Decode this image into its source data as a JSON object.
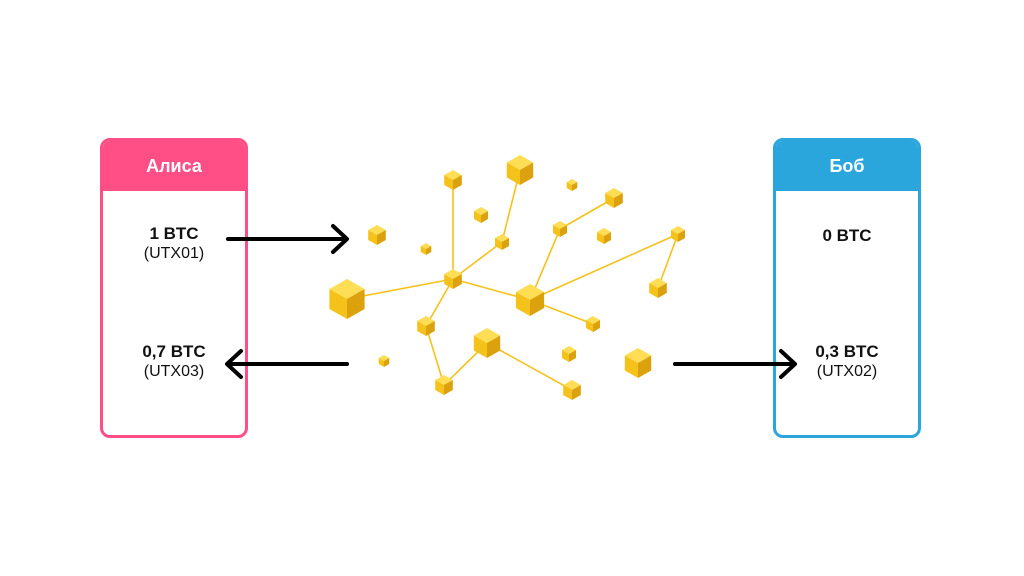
{
  "alice": {
    "name": "Алиса",
    "accent": "#ff4f86",
    "entries": [
      {
        "amount": "1 BTC",
        "utxo": "(UTX01)"
      },
      {
        "amount": "0,7 BTC",
        "utxo": "(UTX03)"
      }
    ]
  },
  "bob": {
    "name": "Боб",
    "accent": "#2aa6dd",
    "entries": [
      {
        "amount": "0 BTC"
      },
      {
        "amount": "0,3 BTC",
        "utxo": "(UTX02)"
      }
    ]
  },
  "network": {
    "node_color": "#f5c21b",
    "edge_color": "#f5c21b",
    "icon": "cube-icon"
  },
  "arrows": {
    "color": "#000000",
    "icon": "arrow-icon"
  }
}
